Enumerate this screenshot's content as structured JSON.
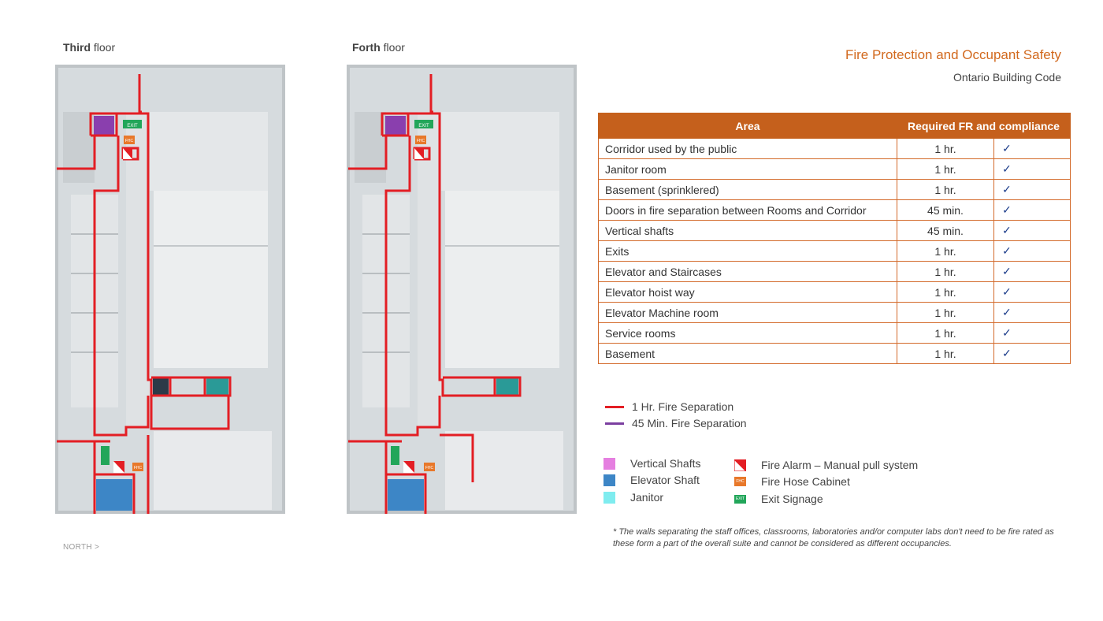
{
  "floors": [
    {
      "bold": "Third",
      "rest": " floor"
    },
    {
      "bold": "Forth",
      "rest": " floor"
    }
  ],
  "north_label": "NORTH >",
  "header": {
    "title": "Fire Protection and Occupant Safety",
    "subtitle": "Ontario Building Code"
  },
  "table": {
    "col_area": "Area",
    "col_fr": "Required FR and compliance",
    "rows": [
      {
        "area": "Corridor used by the public",
        "rating": "1 hr.",
        "check": "✓"
      },
      {
        "area": "Janitor room",
        "rating": "1 hr.",
        "check": "✓"
      },
      {
        "area": "Basement (sprinklered)",
        "rating": "1 hr.",
        "check": "✓"
      },
      {
        "area": "Doors in fire separation between Rooms and Corridor",
        "rating": "45 min.",
        "check": "✓"
      },
      {
        "area": "Vertical shafts",
        "rating": "45 min.",
        "check": "✓"
      },
      {
        "area": "Exits",
        "rating": "1 hr.",
        "check": "✓"
      },
      {
        "area": "Elevator and Staircases",
        "rating": "1 hr.",
        "check": "✓"
      },
      {
        "area": "Elevator hoist way",
        "rating": "1 hr.",
        "check": "✓"
      },
      {
        "area": "Elevator Machine room",
        "rating": "1 hr.",
        "check": "✓"
      },
      {
        "area": "Service rooms",
        "rating": "1 hr.",
        "check": "✓"
      },
      {
        "area": "Basement",
        "rating": "1 hr.",
        "check": "✓"
      }
    ]
  },
  "legend_lines": [
    {
      "label": "1 Hr. Fire Separation",
      "color": "#e31e24"
    },
    {
      "label": "45 Min. Fire Separation",
      "color": "#7b3fa0"
    }
  ],
  "legend_fill": [
    {
      "label": "Vertical Shafts",
      "color": "#e57fe0"
    },
    {
      "label": "Elevator Shaft",
      "color": "#3d86c6"
    },
    {
      "label": "Janitor",
      "color": "#7fecef"
    }
  ],
  "legend_icons": [
    {
      "label": "Fire Alarm – Manual pull system",
      "icon": "fire-alarm-icon"
    },
    {
      "label": "Fire Hose Cabinet",
      "icon": "fire-hose-cabinet-icon",
      "text": "FHC"
    },
    {
      "label": "Exit Signage",
      "icon": "exit-sign-icon",
      "text": "EXIT"
    }
  ],
  "plan_labels": {
    "exit": "EXIT",
    "fhc": "FHC"
  },
  "note": "* The walls separating the staff offices, classrooms, laboratories and/or computer labs don't need to be fire rated as these form a part of the overall suite and cannot be considered as different occupancies."
}
